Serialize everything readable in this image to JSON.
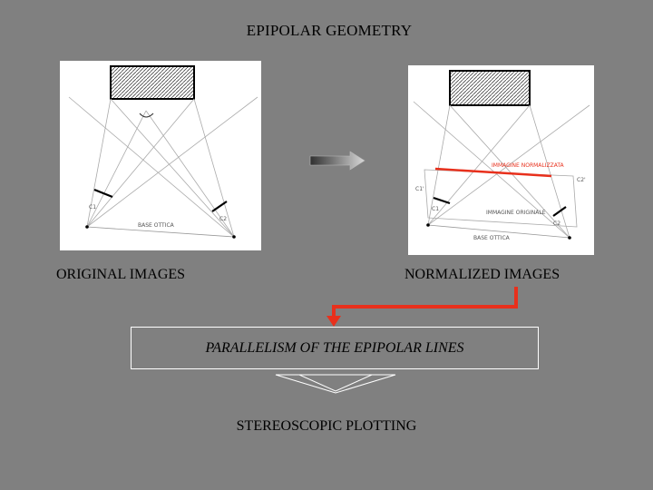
{
  "title": "EPIPOLAR GEOMETRY",
  "left_panel": {
    "caption": "ORIGINAL IMAGES",
    "labels": {
      "camera1": "C1",
      "camera2": "C2",
      "base": "BASE OTTICA"
    }
  },
  "right_panel": {
    "caption": "NORMALIZED IMAGES",
    "labels": {
      "camera1": "C1",
      "camera2": "C2",
      "camera1_prime": "C1'",
      "camera2_prime": "C2'",
      "normalized_plane": "IMMAGINE NORMALIZZATA",
      "original_plane": "IMMAGINE ORIGINALE",
      "base": "BASE OTTICA"
    }
  },
  "box_text": "PARALLELISM OF THE EPIPOLAR LINES",
  "final_text": "STEREOSCOPIC PLOTTING",
  "colors": {
    "background": "#808080",
    "red": "#e8301c",
    "panel": "#ffffff"
  }
}
